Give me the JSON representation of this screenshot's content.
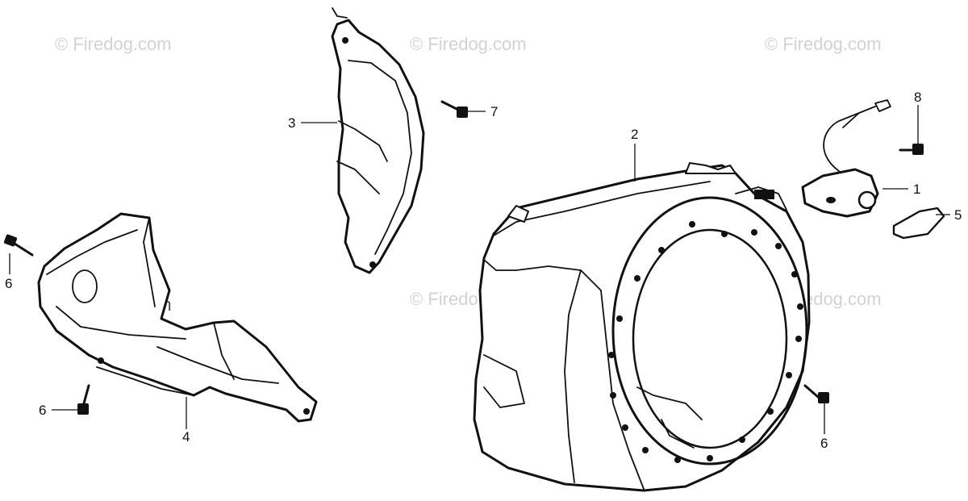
{
  "watermark": {
    "text": "© Firedog.com"
  },
  "callouts": {
    "c1": "1",
    "c2": "2",
    "c3": "3",
    "c4": "4",
    "c5": "5",
    "c6a": "6",
    "c6b": "6",
    "c6c": "6",
    "c7": "7",
    "c8": "8"
  },
  "icons": [
    "bolt-icon"
  ]
}
